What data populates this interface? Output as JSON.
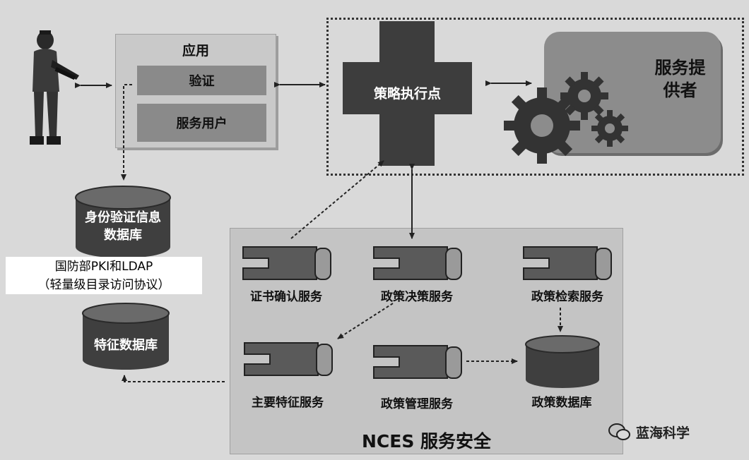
{
  "application": {
    "title": "应用",
    "auth_label": "验证",
    "service_user_label": "服务用户"
  },
  "pep": {
    "label": "策略执行点",
    "provider_label": "服务提供者"
  },
  "databases": {
    "identity_db": "身份验证信息数据库",
    "attribute_db": "特征数据库",
    "policy_db": "政策数据库"
  },
  "pki_note": {
    "line1": "国防部PKI和LDAP",
    "line2": "（轻量级目录访问协议）"
  },
  "nces": {
    "title": "NCES 服务安全",
    "services": {
      "cert_validation": "证书确认服务",
      "policy_decision": "政策决策服务",
      "policy_retrieval": "政策检索服务",
      "principal_attribute": "主要特征服务",
      "policy_admin": "政策管理服务"
    }
  },
  "watermark": {
    "text": "蓝海科学"
  }
}
